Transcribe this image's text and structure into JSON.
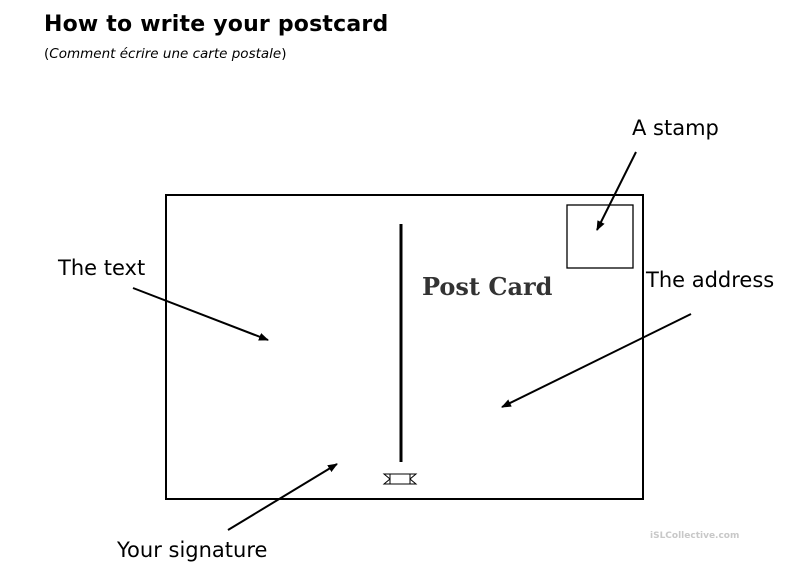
{
  "header": {
    "title": "How to write your postcard",
    "subtitle_open": "(",
    "subtitle_text": "Comment écrire une carte postale",
    "subtitle_close": ")"
  },
  "postcard": {
    "heading": "Post Card"
  },
  "labels": {
    "stamp": "A stamp",
    "text": "The text",
    "address": "The address",
    "signature": "Your signature"
  },
  "watermark": "iSLCollective.com",
  "colors": {
    "ink": "#000000",
    "card_heading": "#333333",
    "watermark": "#c8c8c8"
  }
}
